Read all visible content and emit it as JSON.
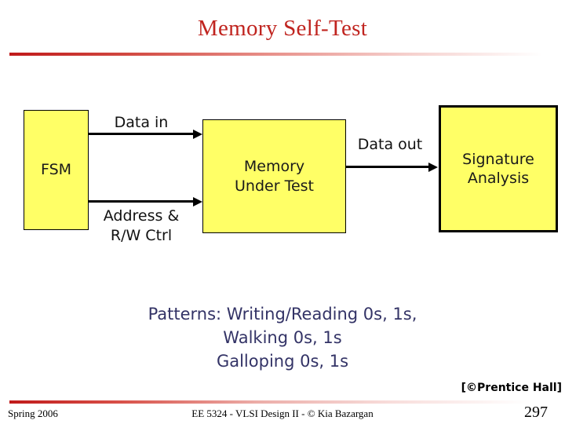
{
  "slide": {
    "title": "Memory Self-Test",
    "title_color": "#c0241f",
    "rule_color": "#c01a1a"
  },
  "diagram": {
    "box_fill": "#ffff66",
    "boxes": [
      {
        "id": "fsm",
        "label": "FSM",
        "border": "thin"
      },
      {
        "id": "memory",
        "label_line1": "Memory",
        "label_line2": "Under Test",
        "border": "thin"
      },
      {
        "id": "signature",
        "label_line1": "Signature",
        "label_line2": "Analysis",
        "border": "thick"
      }
    ],
    "arrows": [
      {
        "id": "data-in",
        "label": "Data in",
        "from": "fsm",
        "to": "memory"
      },
      {
        "id": "address",
        "label_line1": "Address &",
        "label_line2": "R/W Ctrl",
        "from": "fsm",
        "to": "memory"
      },
      {
        "id": "data-out",
        "label": "Data out",
        "from": "memory",
        "to": "signature"
      }
    ]
  },
  "patterns": {
    "color": "#333366",
    "lines": [
      "Patterns: Writing/Reading 0s, 1s,",
      "Walking 0s, 1s",
      "Galloping 0s, 1s"
    ]
  },
  "footer": {
    "credit_badge": "[©Prentice Hall]",
    "date": "Spring 2006",
    "center": "EE 5324 - VLSI Design II - © Kia Bazargan",
    "page_number": "297"
  }
}
